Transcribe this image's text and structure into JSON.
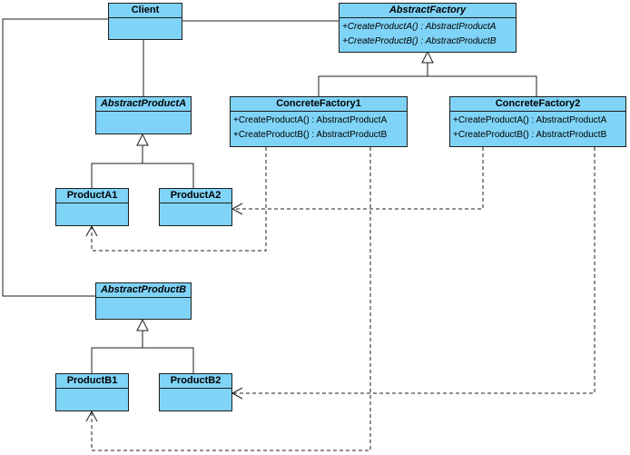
{
  "diagram": {
    "classes": {
      "client": {
        "name": "Client",
        "abstract": false,
        "operations": []
      },
      "abstract_factory": {
        "name": "AbstractFactory",
        "abstract": true,
        "operations": [
          "+CreateProductA() : AbstractProductA",
          "+CreateProductB() : AbstractProductB"
        ]
      },
      "concrete_factory_1": {
        "name": "ConcreteFactory1",
        "abstract": false,
        "operations": [
          "+CreateProductA() : AbstractProductA",
          "+CreateProductB() : AbstractProductB"
        ]
      },
      "concrete_factory_2": {
        "name": "ConcreteFactory2",
        "abstract": false,
        "operations": [
          "+CreateProductA() : AbstractProductA",
          "+CreateProductB() : AbstractProductB"
        ]
      },
      "abstract_product_a": {
        "name": "AbstractProductA",
        "abstract": true,
        "operations": []
      },
      "product_a1": {
        "name": "ProductA1",
        "abstract": false,
        "operations": []
      },
      "product_a2": {
        "name": "ProductA2",
        "abstract": false,
        "operations": []
      },
      "abstract_product_b": {
        "name": "AbstractProductB",
        "abstract": true,
        "operations": []
      },
      "product_b1": {
        "name": "ProductB1",
        "abstract": false,
        "operations": []
      },
      "product_b2": {
        "name": "ProductB2",
        "abstract": false,
        "operations": []
      }
    },
    "relationships": [
      {
        "type": "association",
        "from": "Client",
        "to": "AbstractFactory"
      },
      {
        "type": "association",
        "from": "Client",
        "to": "AbstractProductA"
      },
      {
        "type": "association",
        "from": "Client",
        "to": "AbstractProductB"
      },
      {
        "type": "generalization",
        "from": "ConcreteFactory1",
        "to": "AbstractFactory"
      },
      {
        "type": "generalization",
        "from": "ConcreteFactory2",
        "to": "AbstractFactory"
      },
      {
        "type": "generalization",
        "from": "ProductA1",
        "to": "AbstractProductA"
      },
      {
        "type": "generalization",
        "from": "ProductA2",
        "to": "AbstractProductA"
      },
      {
        "type": "generalization",
        "from": "ProductB1",
        "to": "AbstractProductB"
      },
      {
        "type": "generalization",
        "from": "ProductB2",
        "to": "AbstractProductB"
      },
      {
        "type": "dependency",
        "from": "ConcreteFactory1",
        "to": "ProductA1"
      },
      {
        "type": "dependency",
        "from": "ConcreteFactory1",
        "to": "ProductB1"
      },
      {
        "type": "dependency",
        "from": "ConcreteFactory2",
        "to": "ProductA2"
      },
      {
        "type": "dependency",
        "from": "ConcreteFactory2",
        "to": "ProductB2"
      }
    ],
    "colors": {
      "class_fill": "#7fd3f7",
      "line": "#1f1f1f",
      "background": "#ffffff"
    }
  }
}
